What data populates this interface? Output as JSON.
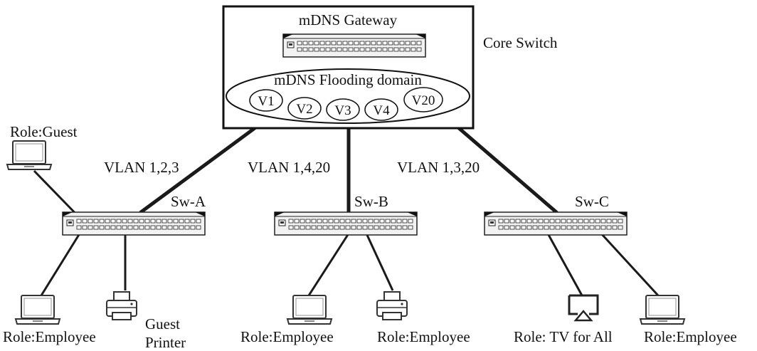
{
  "core": {
    "gateway_label": "mDNS Gateway",
    "side_label": "Core Switch",
    "flood_label": "mDNS Flooding domain",
    "vlans": [
      "V1",
      "V2",
      "V3",
      "V4",
      "V20"
    ]
  },
  "links": {
    "a": "VLAN 1,2,3",
    "b": "VLAN 1,4,20",
    "c": "VLAN 1,3,20"
  },
  "switches": {
    "a": "Sw-A",
    "b": "Sw-B",
    "c": "Sw-C"
  },
  "devices": {
    "guest_laptop": "Role:Guest",
    "a_laptop": "Role:Employee",
    "a_printer_line1": "Guest",
    "a_printer_line2": "Printer",
    "b_laptop": "Role:Employee",
    "b_printer": "Role:Employee",
    "c_tv": "Role: TV for All",
    "c_laptop": "Role:Employee"
  },
  "icons": [
    "switch-icon",
    "laptop-icon",
    "printer-icon",
    "tv-icon"
  ]
}
